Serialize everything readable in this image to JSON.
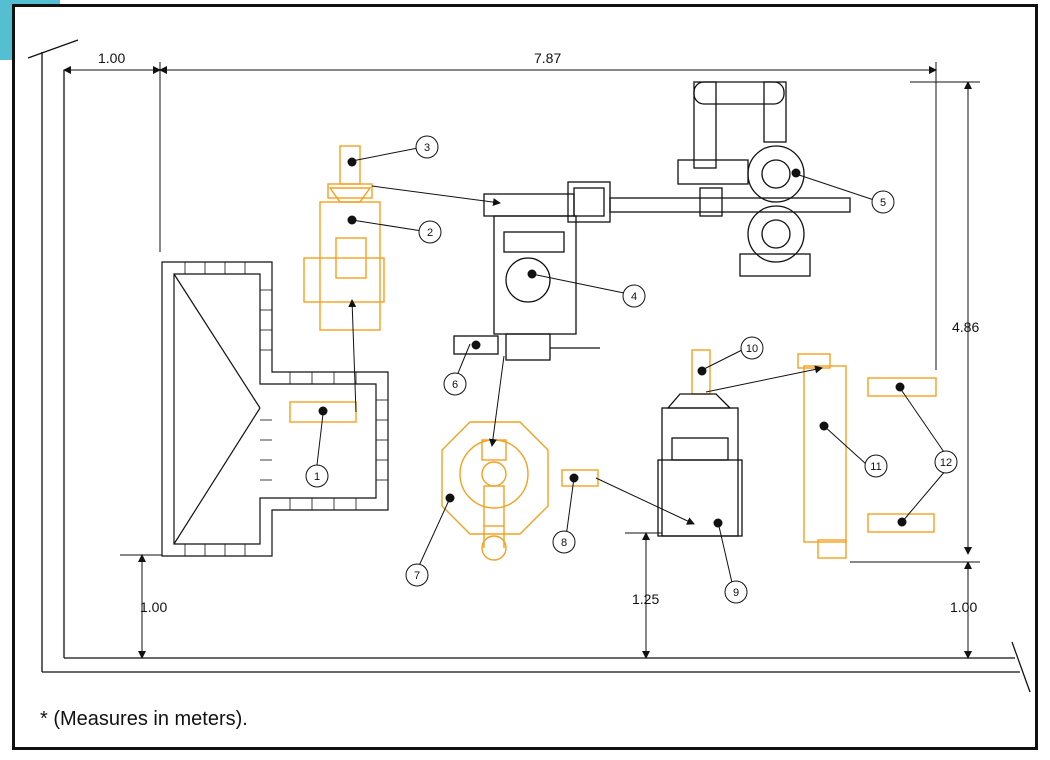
{
  "dimensions": {
    "top_left": "1.00",
    "top_main": "7.87",
    "right_height": "4.86",
    "bottom_left": "1.00",
    "bottom_mid": "1.25",
    "bottom_right": "1.00"
  },
  "callouts": [
    "1",
    "2",
    "3",
    "4",
    "5",
    "6",
    "7",
    "8",
    "9",
    "10",
    "11",
    "12"
  ],
  "footnote": "* (Measures in meters).",
  "colors": {
    "accent": "#54bfd0",
    "equipment_highlight": "#f5a020",
    "line": "#111111"
  }
}
